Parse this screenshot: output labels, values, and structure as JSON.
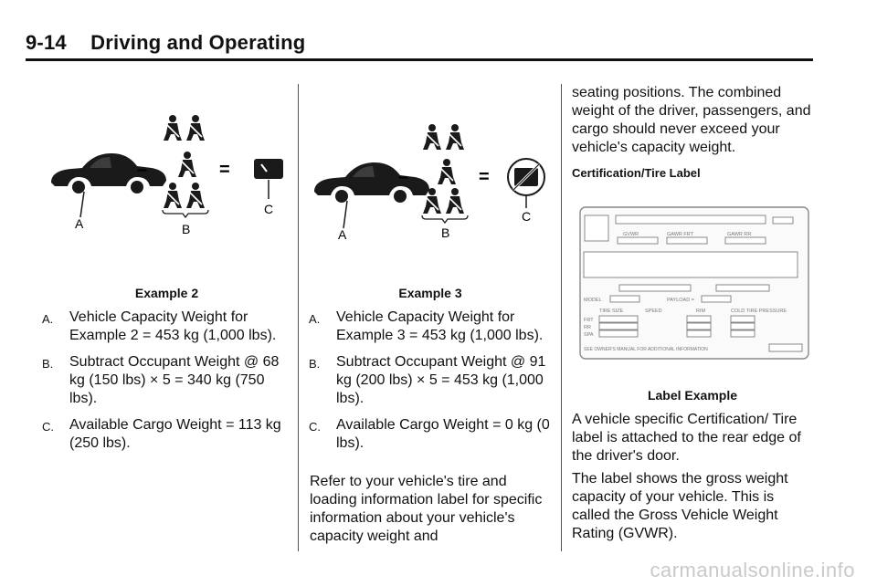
{
  "header": {
    "page_number": "9-14",
    "chapter_title": "Driving and Operating"
  },
  "column1": {
    "figure_labels": {
      "a": "A",
      "b": "B",
      "c": "C",
      "minus": "–",
      "equals": "="
    },
    "caption": "Example 2",
    "items": [
      {
        "letter": "A.",
        "text": "Vehicle Capacity Weight for Example 2 = 453 kg (1,000 lbs)."
      },
      {
        "letter": "B.",
        "text": "Subtract Occupant Weight @ 68 kg (150 lbs) × 5 = 340 kg (750 lbs)."
      },
      {
        "letter": "C.",
        "text": "Available Cargo Weight = 113 kg (250 lbs)."
      }
    ]
  },
  "column2": {
    "figure_labels": {
      "a": "A",
      "b": "B",
      "c": "C",
      "minus": "–",
      "equals": "="
    },
    "caption": "Example 3",
    "items": [
      {
        "letter": "A.",
        "text": "Vehicle Capacity Weight for Example 3 = 453 kg (1,000 lbs)."
      },
      {
        "letter": "B.",
        "text": "Subtract Occupant Weight @ 91 kg (200 lbs) × 5 = 453 kg (1,000 lbs)."
      },
      {
        "letter": "C.",
        "text": "Available Cargo Weight = 0 kg (0 lbs)."
      }
    ],
    "paragraph": "Refer to your vehicle's tire and loading information label for specific information about your vehicle's capacity weight and"
  },
  "column3": {
    "paragraph_top": "seating positions. The combined weight of the driver, passengers, and cargo should never exceed your vehicle's capacity weight.",
    "subheading": "Certification/Tire Label",
    "label_figure": {
      "gvwr": "GVWR",
      "gawr_frt": "GAWR FRT",
      "gawr_rr": "GAWR RR",
      "model": "MODEL",
      "payload": "PAYLOAD =",
      "tire_size": "TIRE SIZE",
      "speed": "SPEED",
      "rim": "RIM",
      "cold_tire_pressure": "COLD TIRE PRESSURE",
      "frt": "FRT",
      "rr": "RR",
      "spa": "SPA",
      "footer": "SEE OWNER'S MANUAL FOR ADDITIONAL INFORMATION"
    },
    "caption": "Label Example",
    "paragraph_1": "A vehicle specific Certification/ Tire label is attached to the rear edge of the driver's door.",
    "paragraph_2": "The label shows the gross weight capacity of your vehicle. This is called the Gross Vehicle Weight Rating (GVWR)."
  },
  "watermark": "carmanualsonline.info"
}
